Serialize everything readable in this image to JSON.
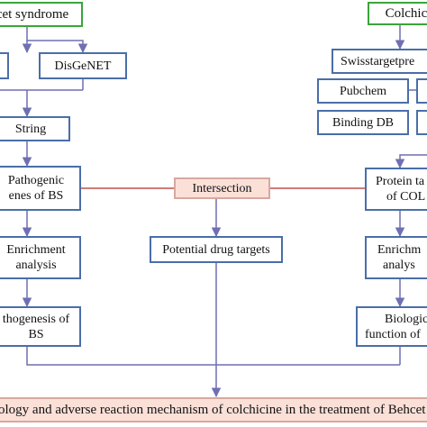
{
  "left": {
    "disease": "cet syndrome",
    "db_left": "",
    "disgenet": "DisGeNET",
    "string": "String",
    "pathogenic_1": "Pathogenic",
    "pathogenic_2": "enes of BS",
    "enrichment_1": "Enrichment",
    "enrichment_2": "analysis",
    "pathogenesis_1": "thogenesis of",
    "pathogenesis_2": "BS"
  },
  "right": {
    "drug": "Colchici",
    "swiss": "Swisstargetpre",
    "pubchem": "Pubchem",
    "binding": "Binding DB",
    "protein_1": "Protein ta",
    "protein_2": "of COL",
    "enrichment_1": "Enrichm",
    "enrichment_2": "analys",
    "bio_1": "Biologic",
    "bio_2": "function of"
  },
  "center": {
    "intersection": "Intersection",
    "targets": "Potential drug targets"
  },
  "final": "ology and adverse reaction mechanism of colchicine in the treatment of Behcet",
  "colors": {
    "box_border": "#4a6ea8",
    "top_border": "#3aa53a",
    "arrow": "#6f6fb3",
    "red_line": "#c0504d",
    "highlight_fill": "#fbe0d8"
  }
}
